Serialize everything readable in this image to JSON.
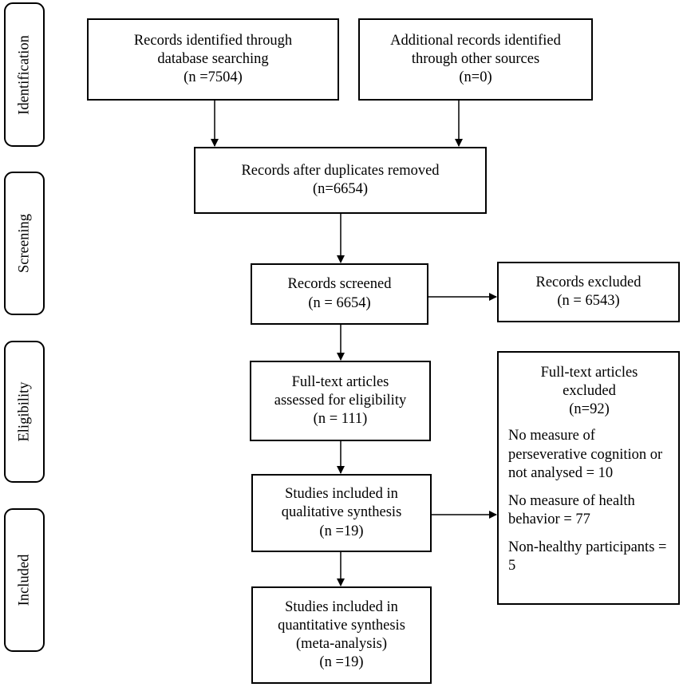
{
  "phases": {
    "identification": "Identification",
    "screening": "Screening",
    "eligibility": "Eligibility",
    "included": "Included"
  },
  "boxes": {
    "db_search": {
      "line1": "Records identified through",
      "line2": "database searching",
      "line3": "(n =7504)"
    },
    "other_sources": {
      "line1": "Additional records identified",
      "line2": "through other sources",
      "line3": "(n=0)"
    },
    "after_duplicates": {
      "line1": "Records after duplicates removed",
      "line2": "(n=6654)"
    },
    "screened": {
      "line1": "Records screened",
      "line2": "(n = 6654)"
    },
    "excluded": {
      "line1": "Records excluded",
      "line2": "(n = 6543)"
    },
    "fulltext_assessed": {
      "line1": "Full-text articles",
      "line2": "assessed for eligibility",
      "line3": "(n = 111)"
    },
    "qualitative": {
      "line1": "Studies included in",
      "line2": "qualitative synthesis",
      "line3": "(n =19)"
    },
    "quantitative": {
      "line1": "Studies included in",
      "line2": "quantitative synthesis",
      "line3": "(meta-analysis)",
      "line4": "(n =19)"
    }
  },
  "fulltext_excluded": {
    "line1": "Full-text articles",
    "line2": "excluded",
    "line3": "(n=92)",
    "reasons": [
      "No measure of perseverative cognition or not analysed = 10",
      "No measure of health behavior = 77",
      "Non-healthy participants = 5"
    ]
  }
}
